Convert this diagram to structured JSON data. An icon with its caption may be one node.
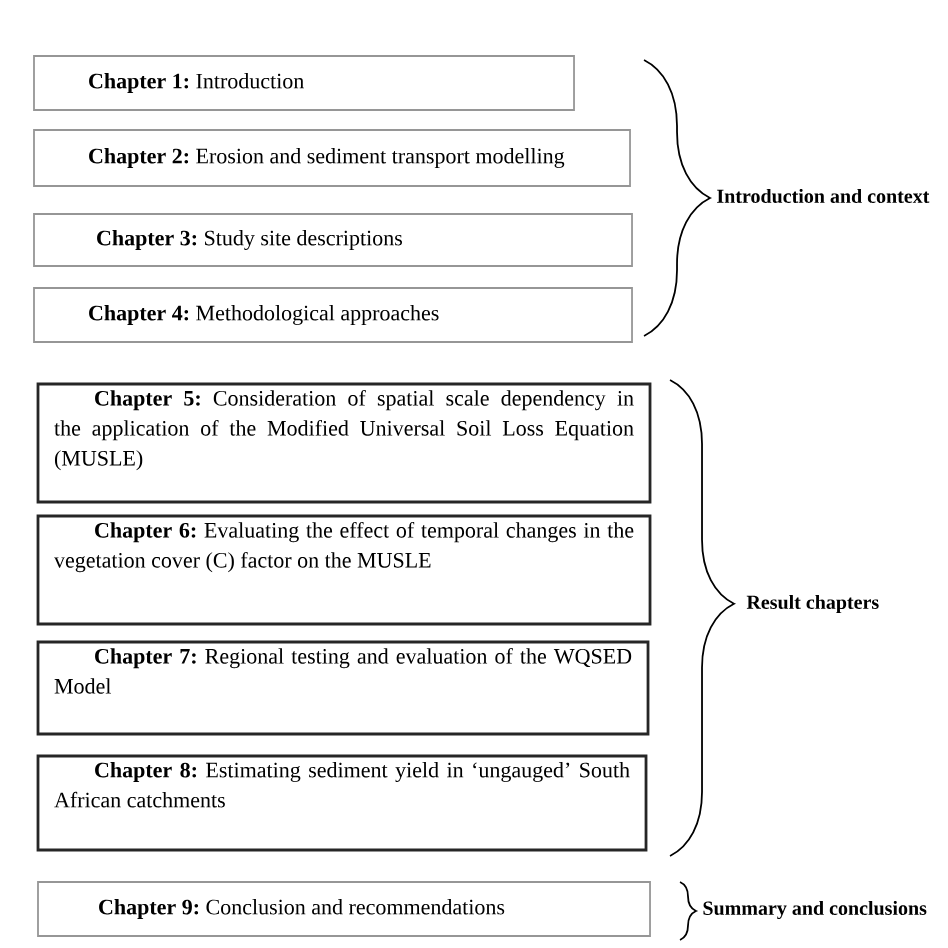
{
  "diagram": {
    "nodes": [
      {
        "text": [
          "**Chapter 1:** Introduction"
        ]
      },
      {
        "text": [
          "**Chapter 2:** Erosion and sediment transport modelling"
        ]
      },
      {
        "text": [
          "**Chapter 3:** Study site descriptions"
        ]
      },
      {
        "text": [
          "**Chapter 4:** Methodological approaches"
        ]
      },
      {
        "text": [
          "**Chapter 5:** Consideration of spatial scale dependency in the application of the Modified Universal Soil Loss Equation (MUSLE)"
        ]
      },
      {
        "text": [
          "**Chapter 6:** Evaluating the effect of temporal changes in the vegetation cover (C) factor on the MUSLE"
        ]
      },
      {
        "text": [
          "**Chapter 7:** Regional testing and evaluation of the WQSED Model"
        ]
      },
      {
        "text": [
          "**Chapter 8:** Estimating sediment yield in ‘ungauged’ South African catchments"
        ]
      },
      {
        "text": [
          "**Chapter 9:** Conclusion and recommendations"
        ]
      }
    ],
    "labels": [
      "Introduction and context",
      "Result chapters",
      "Summary and conclusions"
    ]
  }
}
